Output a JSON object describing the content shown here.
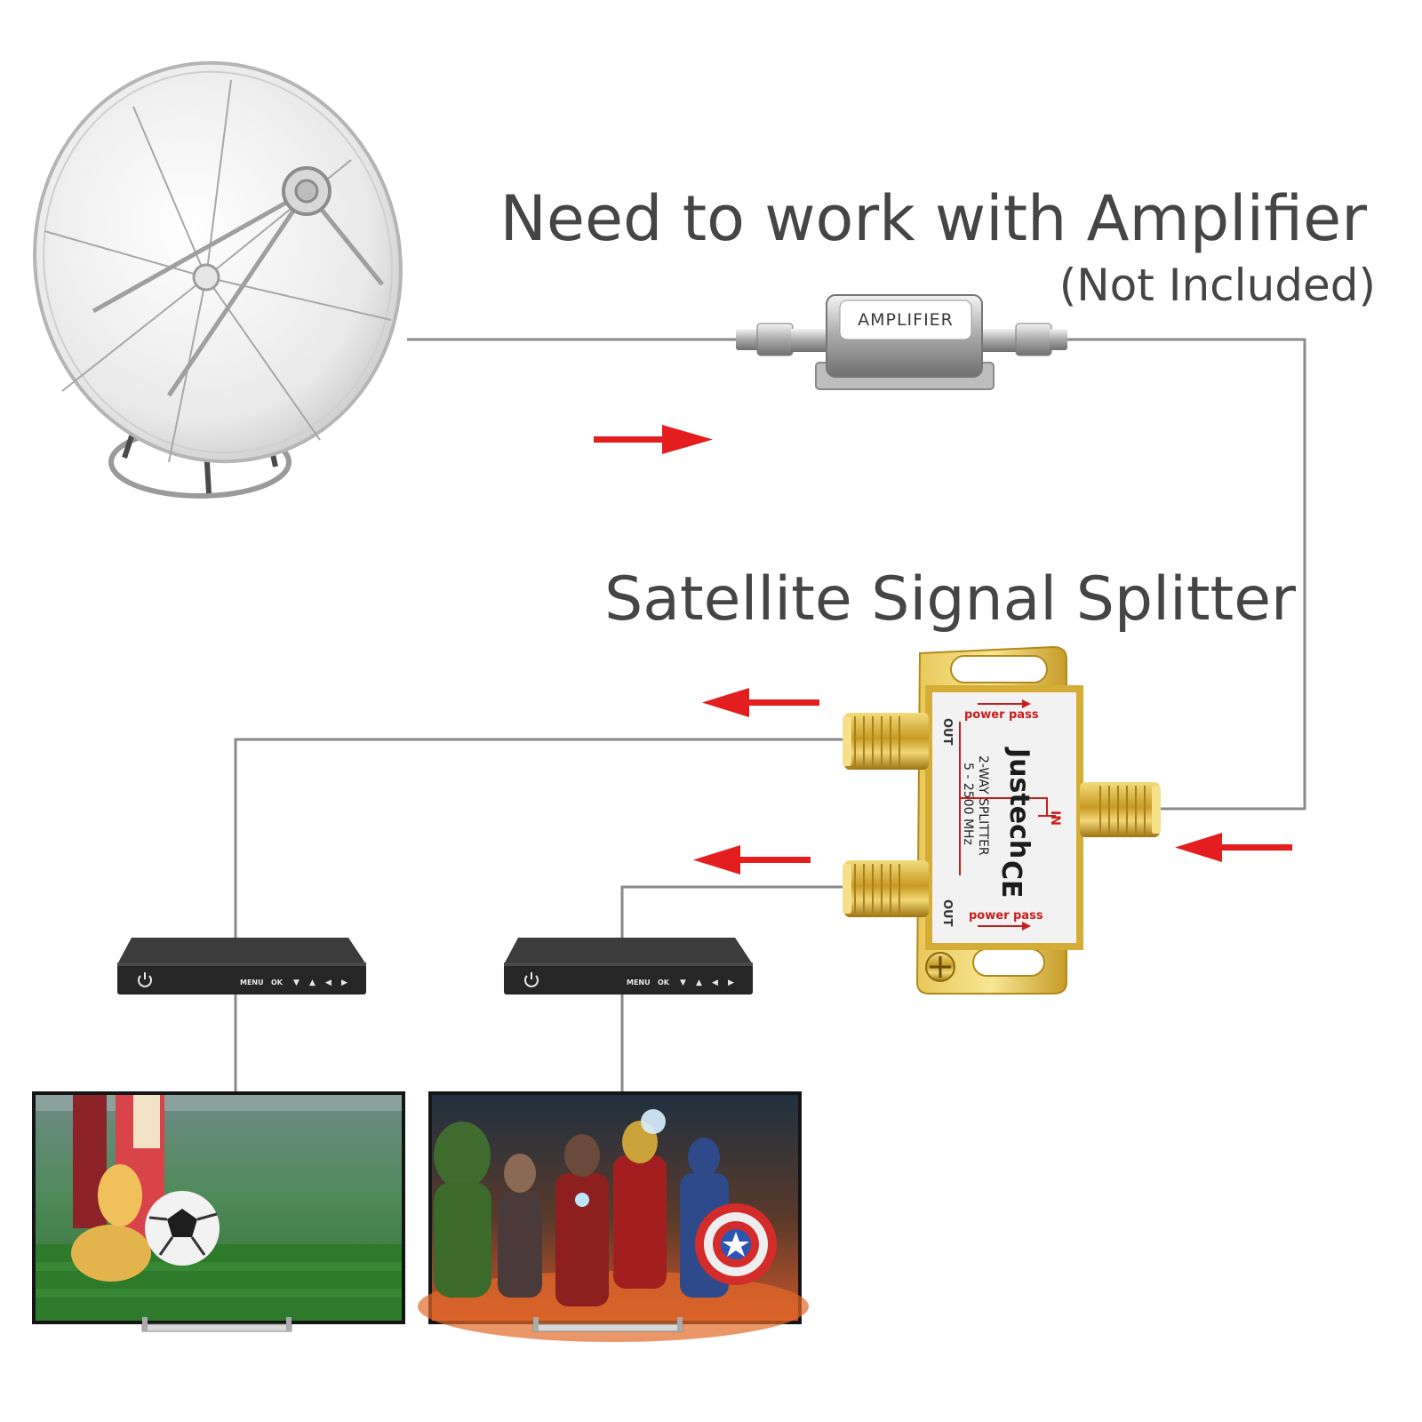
{
  "titles": {
    "amplifier_heading": "Need to work with Amplifier",
    "amplifier_note": "(Not Included)",
    "splitter_heading": "Satellite Signal Splitter"
  },
  "amplifier": {
    "label": "AMPLIFIER"
  },
  "splitter": {
    "brand": "Justech",
    "model": "2-WAY SPLITTER",
    "frequency": "5 - 2500 MHz",
    "port_in": "IN",
    "port_out_1": "OUT",
    "port_out_2": "OUT",
    "power_pass_1": "power pass",
    "power_pass_2": "power pass",
    "ce_mark": "CE"
  },
  "receivers": [
    {
      "menu": "MENU",
      "ok": "OK",
      "arrows": [
        "▼",
        "▲",
        "◀",
        "▶"
      ]
    },
    {
      "menu": "MENU",
      "ok": "OK",
      "arrows": [
        "▼",
        "▲",
        "◀",
        "▶"
      ]
    }
  ],
  "colors": {
    "cable": "#8a8a8a",
    "arrow": "#e41e1e",
    "gold": "#d9b43c",
    "heading": "#454545",
    "receiver": "#2b2b2b"
  },
  "icons": [
    "satellite-dish-icon",
    "arrow-right-icon",
    "arrow-left-icon",
    "power-icon",
    "tv-screen-icon"
  ]
}
